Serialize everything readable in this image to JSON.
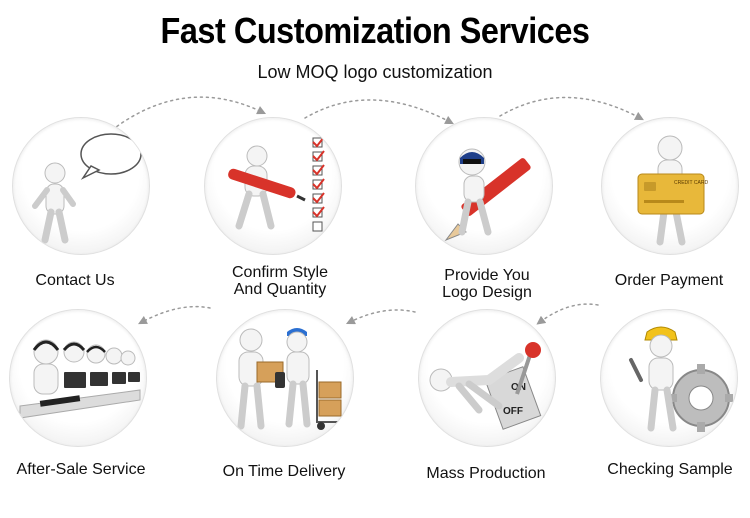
{
  "header": {
    "title": "Fast Customization Services",
    "subtitle": "Low MOQ logo customization"
  },
  "steps": [
    {
      "label": "Contact Us",
      "icon": "chat-bubble-figure-icon"
    },
    {
      "label": "Confirm Style\nAnd Quantity",
      "icon": "checklist-pen-figure-icon"
    },
    {
      "label": "Provide You\nLogo Design",
      "icon": "pencil-figure-icon"
    },
    {
      "label": "Order Payment",
      "icon": "credit-card-figure-icon"
    },
    {
      "label": "Checking Sample",
      "icon": "gear-worker-figure-icon"
    },
    {
      "label": "Mass Production",
      "icon": "switch-lever-figure-icon"
    },
    {
      "label": "On Time Delivery",
      "icon": "delivery-figures-icon"
    },
    {
      "label": "After-Sale Service",
      "icon": "call-center-figures-icon"
    }
  ],
  "card_text": "CREDIT CARD",
  "switch_labels": {
    "on": "ON",
    "off": "OFF"
  },
  "colors": {
    "figure": "#f2f2f2",
    "arrow": "#9a9a9a",
    "pen_red": "#d8332a",
    "card_gold": "#e8b83a",
    "helmet_yellow": "#f2c21b"
  }
}
